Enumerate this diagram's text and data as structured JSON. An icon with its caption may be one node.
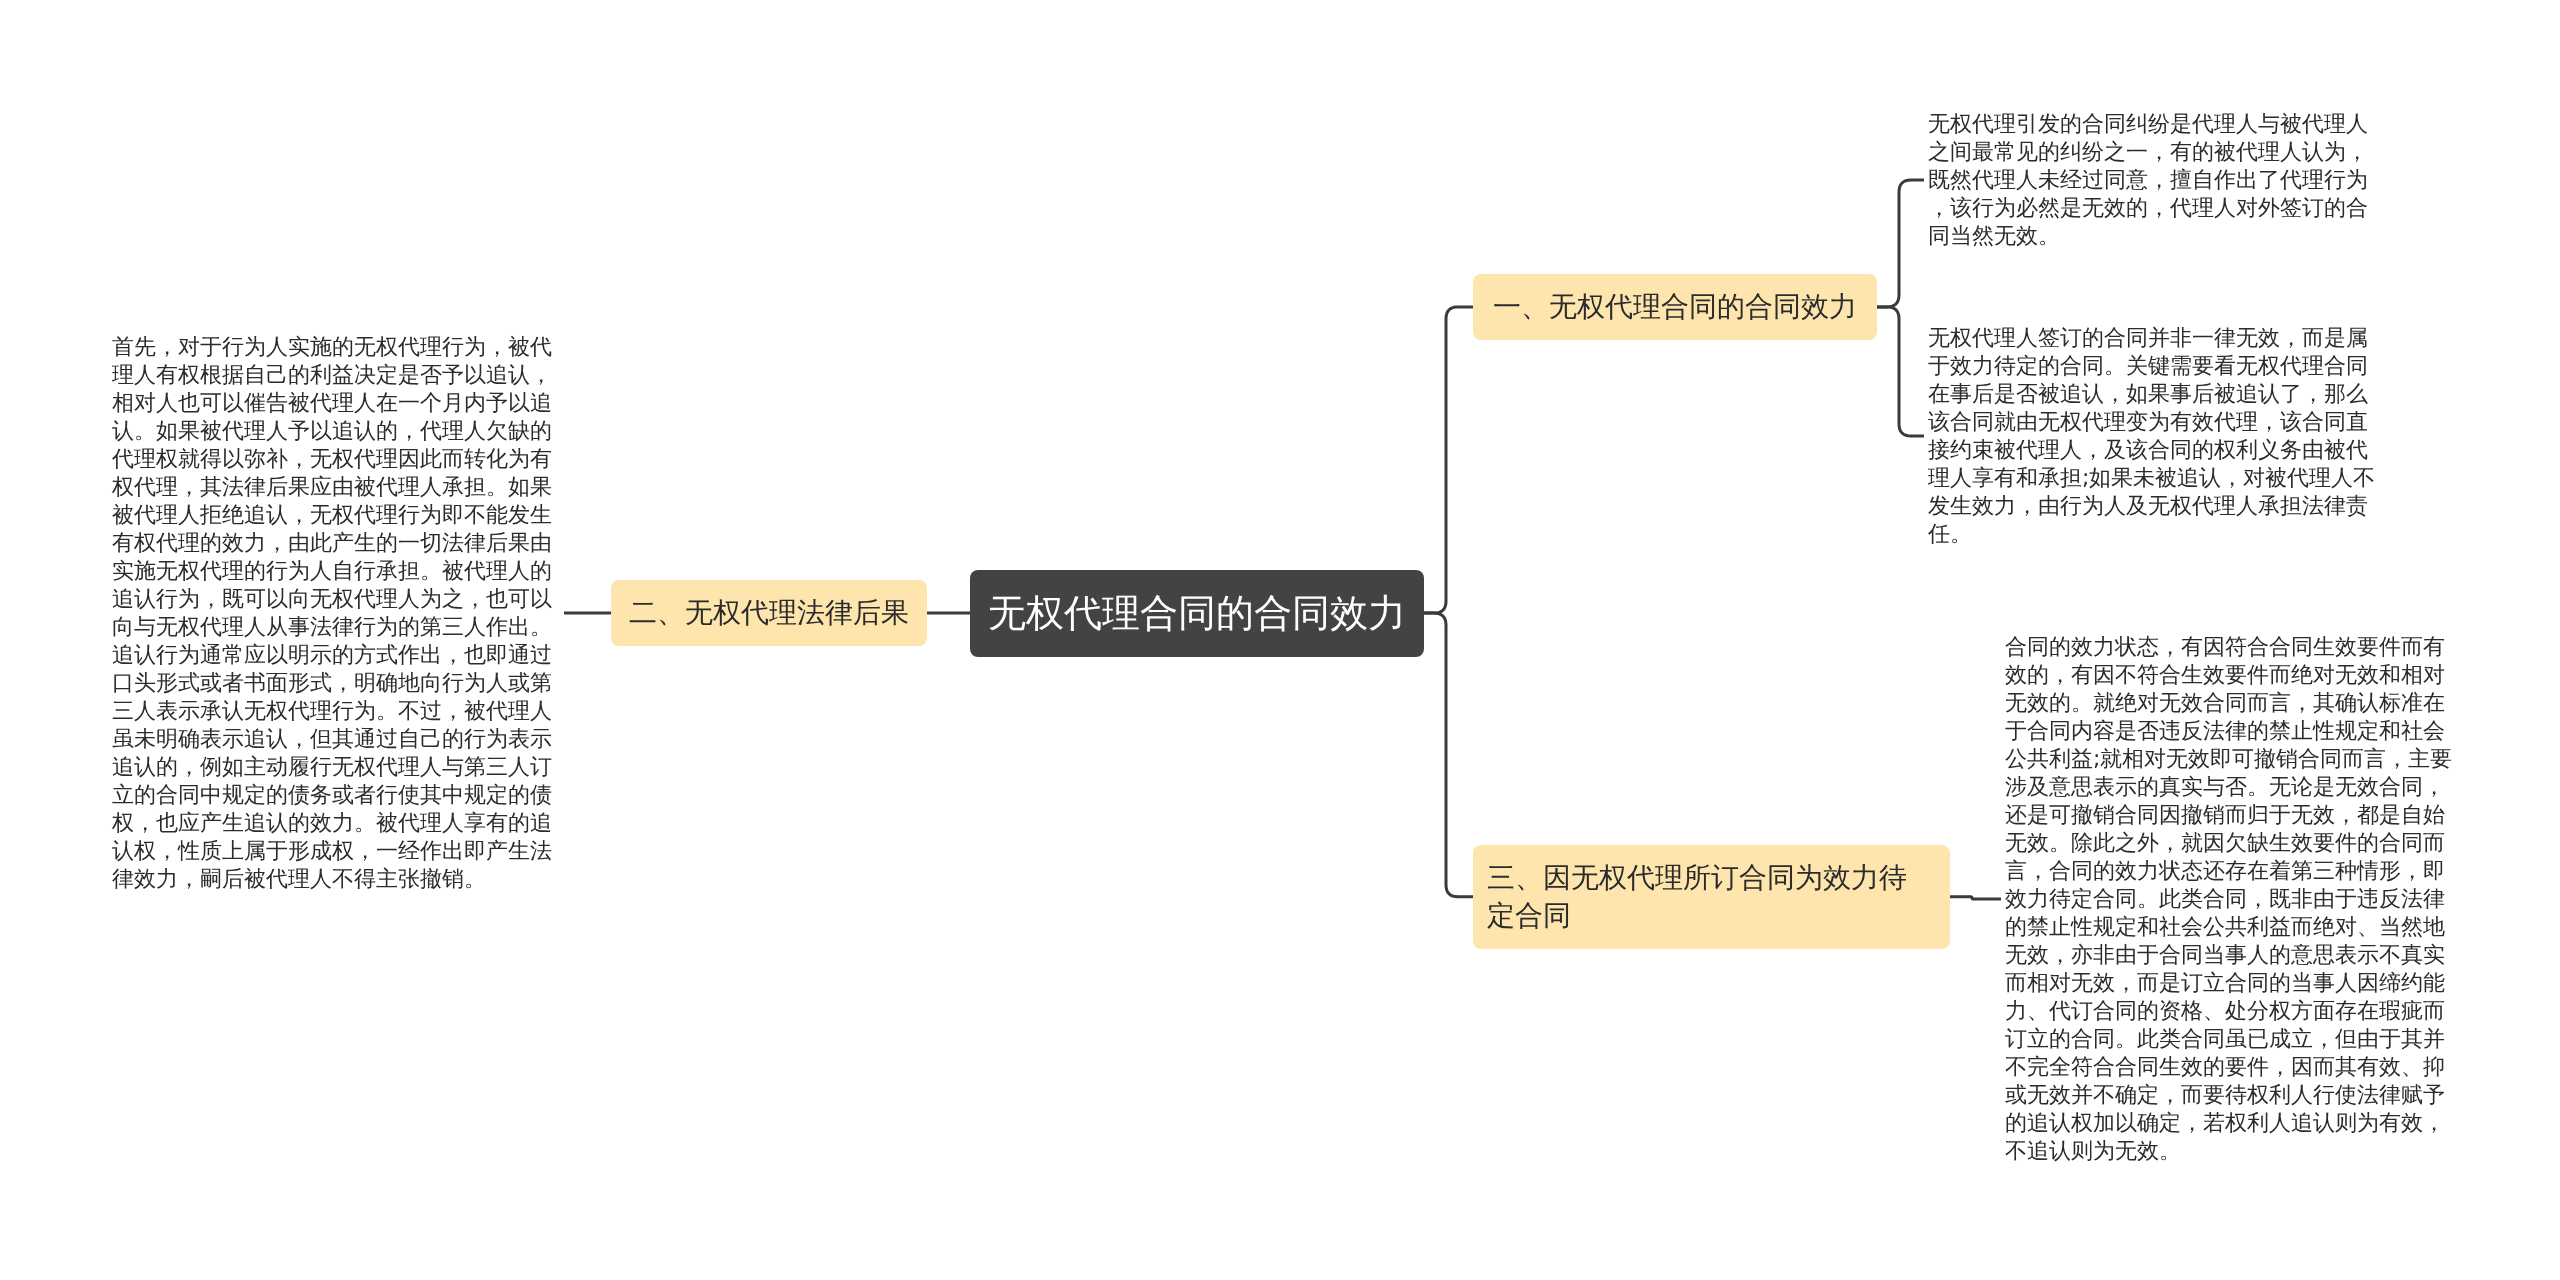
{
  "diagram": {
    "nodes": [
      {
        "text": [
          "无权代理合同的合同效力"
        ]
      },
      {
        "text": [
          "一、无权代理合同的合同效力"
        ]
      },
      {
        "text": [
          "无权代理引发的合同纠纷是代理人与被代理人之间最常见的纠纷之一，有的被代理人认为，既然代理人未经过同意，擅自作出了代理行为，该行为必然是无效的，代理人对外签订的合同当然无效。"
        ]
      },
      {
        "text": [
          "无权代理人签订的合同并非一律无效，而是属于效力待定的合同。关键需要看无权代理合同在事后是否被追认，如果事后被追认了，那么该合同就由无权代理变为有效代理，该合同直接约束被代理人，及该合同的权利义务由被代理人享有和承担;如果未被追认，对被代理人不发生效力，由行为人及无权代理人承担法律责任。"
        ]
      },
      {
        "text": [
          "二、无权代理法律后果"
        ]
      },
      {
        "text": [
          "首先，对于行为人实施的无权代理行为，被代理人有权根据自己的利益决定是否予以追认，相对人也可以催告被代理人在一个月内予以追认。如果被代理人予以追认的，代理人欠缺的代理权就得以弥补，无权代理因此而转化为有权代理，其法律后果应由被代理人承担。如果被代理人拒绝追认，无权代理行为即不能发生有权代理的效力，由此产生的一切法律后果由实施无权代理的行为人自行承担。被代理人的追认行为，既可以向无权代理人为之，也可以向与无权代理人从事法律行为的第三人作出。追认行为通常应以明示的方式作出，也即通过口头形式或者书面形式，明确地向行为人或第三人表示承认无权代理行为。不过，被代理人虽未明确表示追认，但其通过自己的行为表示追认的，例如主动履行无权代理人与第三人订立的合同中规定的债务或者行使其中规定的债权，也应产生追认的效力。被代理人享有的追认权，性质上属于形成权，一经作出即产生法律效力，嗣后被代理人不得主张撤销。"
        ]
      },
      {
        "text": [
          "三、因无权代理所订合同为效力待定合同"
        ]
      },
      {
        "text": [
          "合同的效力状态，有因符合合同生效要件而有效的，有因不符合生效要件而绝对无效和相对无效的。就绝对无效合同而言，其确认标准在于合同内容是否违反法律的禁止性规定和社会公共利益;就相对无效即可撤销合同而言，主要涉及意思表示的真实与否。无论是无效合同，还是可撤销合同因撤销而归于无效，都是自始无效。除此之外，就因欠缺生效要件的合同而言，合同的效力状态还存在着第三种情形，即效力待定合同。此类合同，既非由于违反法律的禁止性规定和社会公共利益而绝对、当然地无效，亦非由于合同当事人的意思表示不真实而相对无效，而是订立合同的当事人因缔约能力、代订合同的资格、处分权方面存在瑕疵而订立的合同。此类合同虽已成立，但由于其并不完全符合合同生效的要件，因而其有效、抑或无效并不确定，而要待权利人行使法律赋予的追认权加以确定，若权利人追认则为有效，不追认则为无效。"
        ]
      }
    ],
    "edges": [
      {
        "from": 0,
        "to": 1,
        "arrow": "none"
      },
      {
        "from": 1,
        "to": 2,
        "arrow": "none"
      },
      {
        "from": 1,
        "to": 3,
        "arrow": "none"
      },
      {
        "from": 0,
        "to": 4,
        "arrow": "none"
      },
      {
        "from": 4,
        "to": 5,
        "arrow": "none"
      },
      {
        "from": 0,
        "to": 6,
        "arrow": "none"
      },
      {
        "from": 6,
        "to": 7,
        "arrow": "none"
      }
    ]
  }
}
